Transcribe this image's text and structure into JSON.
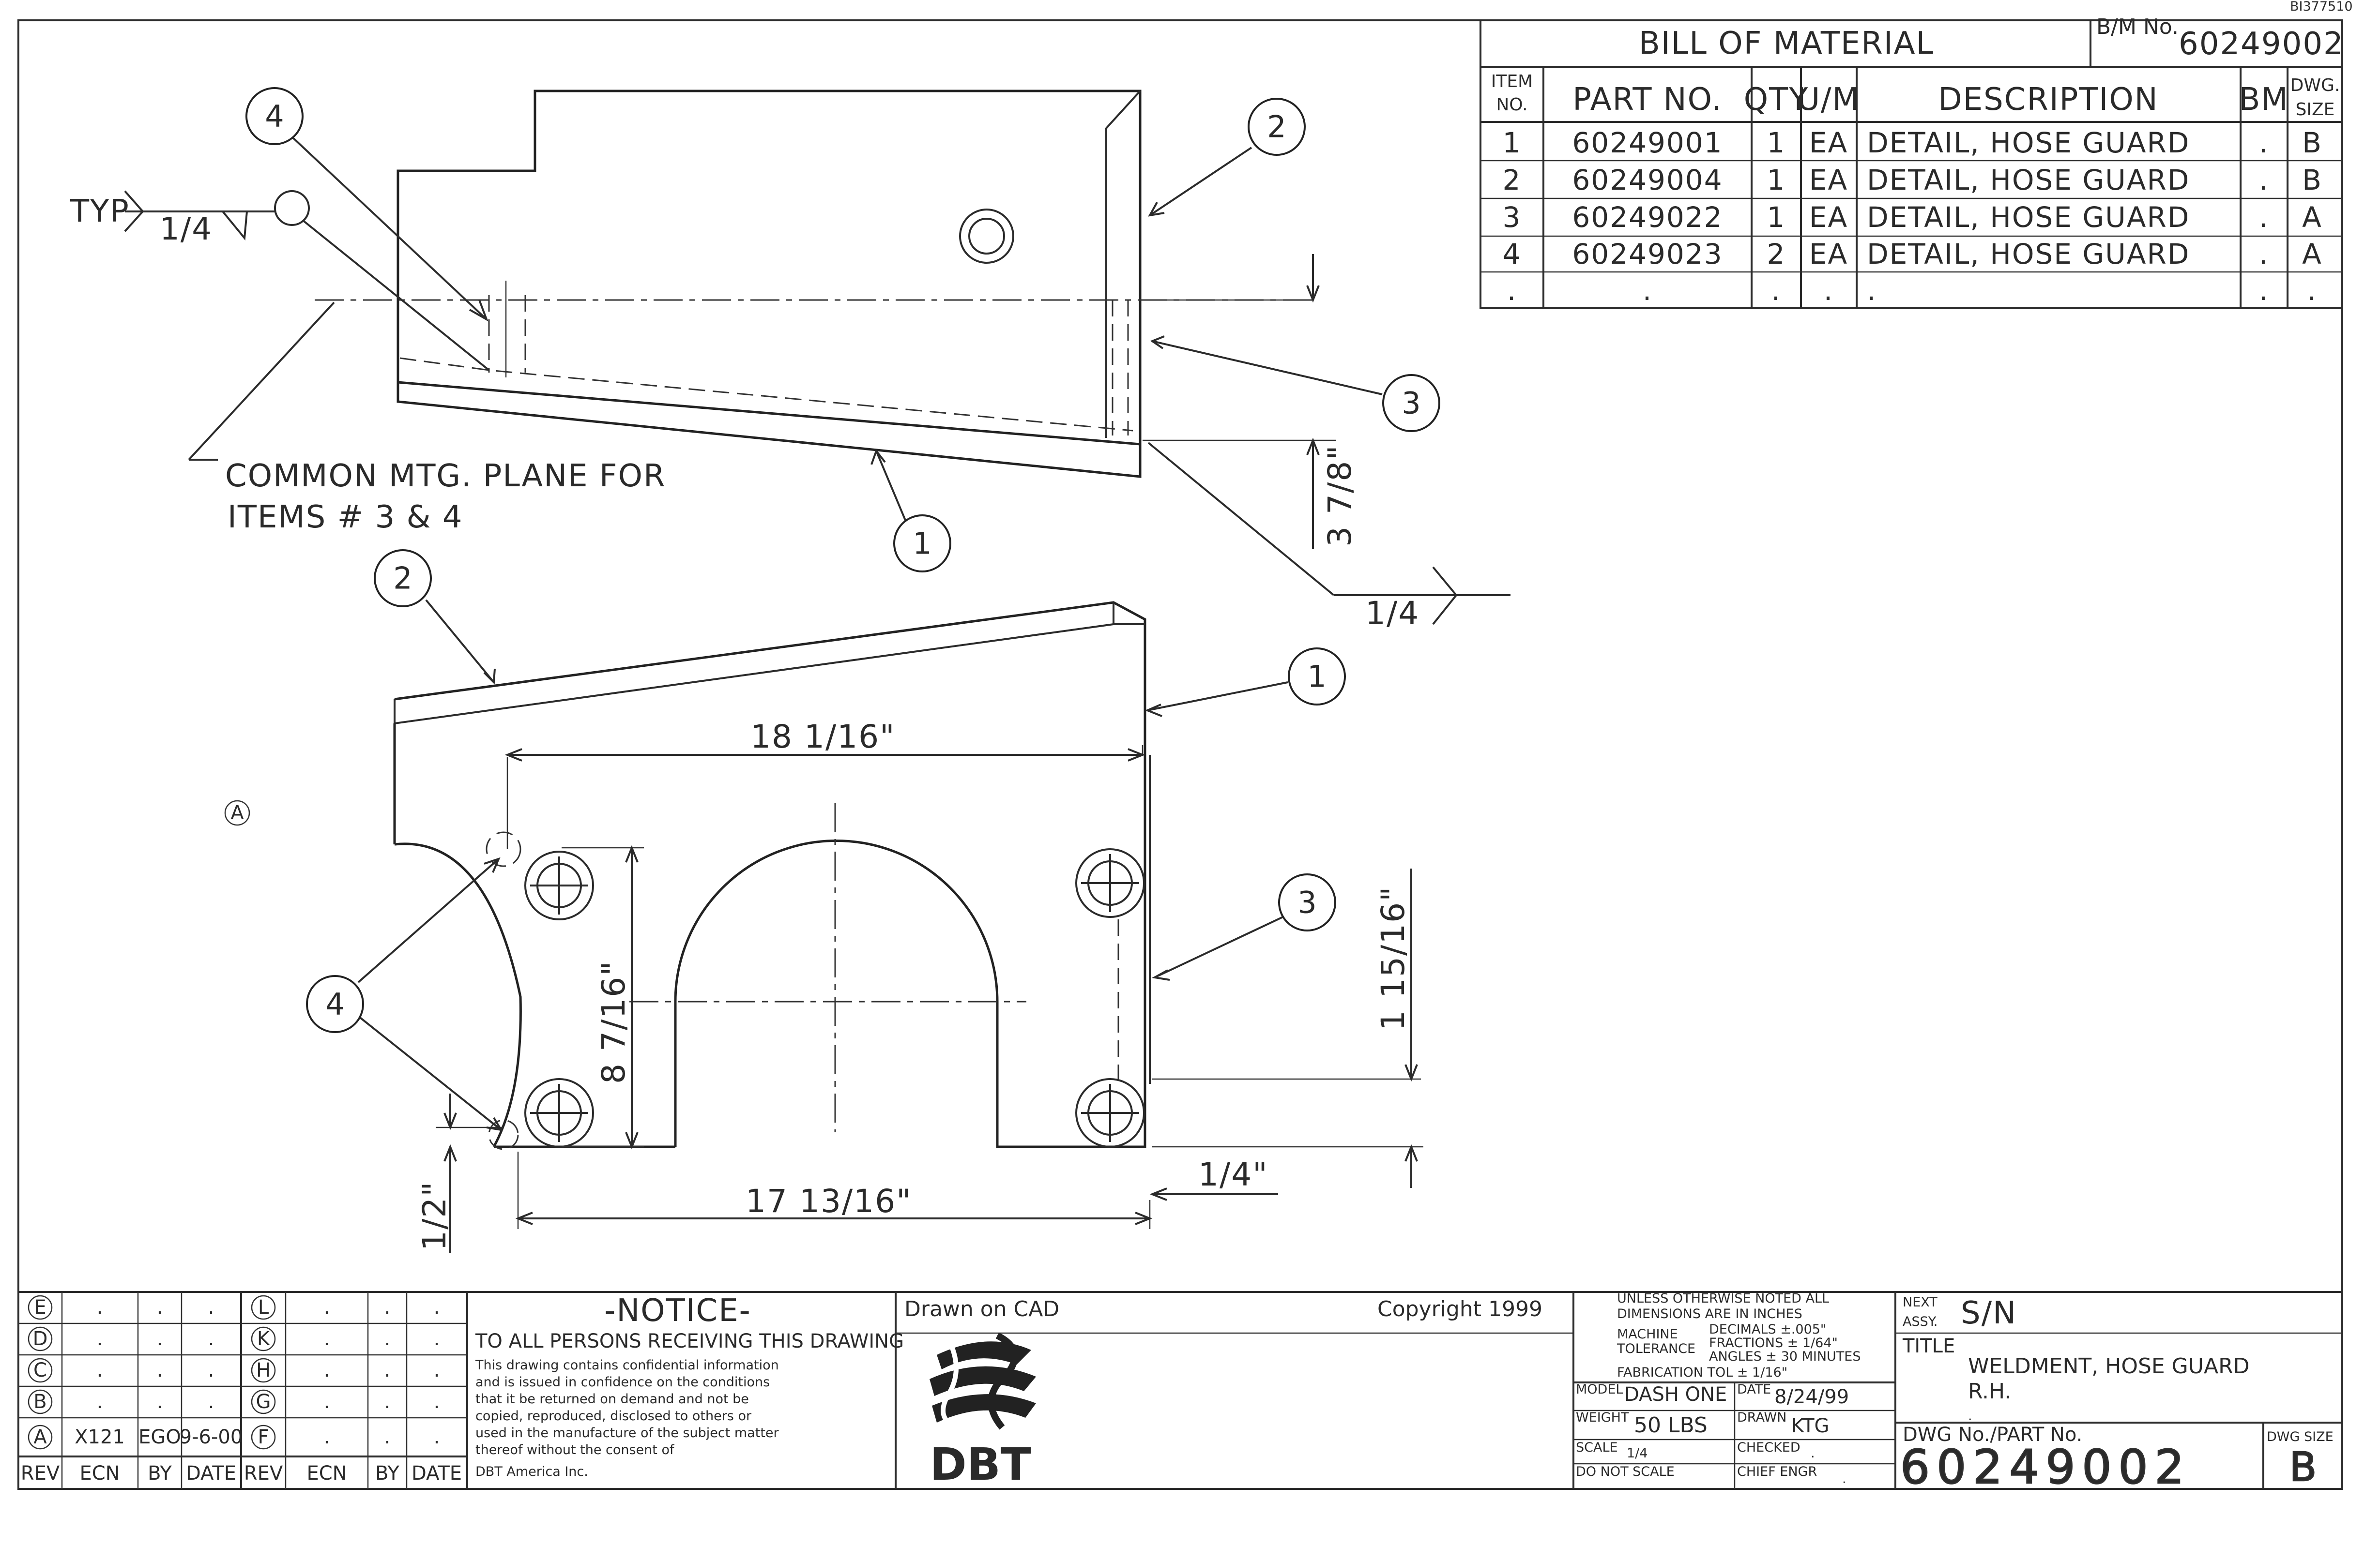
{
  "doc_id": "BI377510",
  "bom": {
    "title": "BILL OF MATERIAL",
    "bm_no_label": "B/M No.",
    "bm_no": "60249002",
    "headers": {
      "item": [
        "ITEM",
        "NO."
      ],
      "part_no": "PART NO.",
      "qty": "QTY",
      "um": "U/M",
      "description": "DESCRIPTION",
      "bm": "BM",
      "dwg_size": [
        "DWG.",
        "SIZE"
      ]
    },
    "rows": [
      {
        "item": "1",
        "part": "60249001",
        "qty": "1",
        "um": "EA",
        "desc": "DETAIL, HOSE GUARD",
        "bm": ".",
        "size": "B"
      },
      {
        "item": "2",
        "part": "60249004",
        "qty": "1",
        "um": "EA",
        "desc": "DETAIL, HOSE GUARD",
        "bm": ".",
        "size": "B"
      },
      {
        "item": "3",
        "part": "60249022",
        "qty": "1",
        "um": "EA",
        "desc": "DETAIL, HOSE GUARD",
        "bm": ".",
        "size": "A"
      },
      {
        "item": "4",
        "part": "60249023",
        "qty": "2",
        "um": "EA",
        "desc": "DETAIL, HOSE GUARD",
        "bm": ".",
        "size": "A"
      },
      {
        "item": ".",
        "part": ".",
        "qty": ".",
        "um": ".",
        "desc": ".",
        "bm": ".",
        "size": "."
      }
    ]
  },
  "drawing": {
    "note_common_1": "COMMON MTG. PLANE FOR",
    "note_common_2": "ITEMS # 3 & 4",
    "weld_typ": "TYP",
    "weld_size_top": "1/4",
    "weld_size_right": "1/4",
    "dim_3_7_8": "3 7/8\"",
    "dim_18_1_16": "18 1/16\"",
    "dim_8_7_16": "8 7/16\"",
    "dim_1_15_16": "1 15/16\"",
    "dim_1_4": "1/4\"",
    "dim_1_2": "1/2\"",
    "dim_17_13_16": "17 13/16\"",
    "rev_marker": "A",
    "balloons": {
      "one": "1",
      "two": "2",
      "three": "3",
      "four": "4"
    }
  },
  "revisions": {
    "left": [
      {
        "rev": "E",
        "ecn": ".",
        "by": ".",
        "date": "."
      },
      {
        "rev": "D",
        "ecn": ".",
        "by": ".",
        "date": "."
      },
      {
        "rev": "C",
        "ecn": ".",
        "by": ".",
        "date": "."
      },
      {
        "rev": "B",
        "ecn": ".",
        "by": ".",
        "date": "."
      },
      {
        "rev": "A",
        "ecn": "X121",
        "by": "EGO",
        "date": "9-6-00"
      }
    ],
    "right": [
      {
        "rev": "L",
        "ecn": ".",
        "by": ".",
        "date": "."
      },
      {
        "rev": "K",
        "ecn": ".",
        "by": ".",
        "date": "."
      },
      {
        "rev": "H",
        "ecn": ".",
        "by": ".",
        "date": "."
      },
      {
        "rev": "G",
        "ecn": ".",
        "by": ".",
        "date": "."
      },
      {
        "rev": "F",
        "ecn": ".",
        "by": ".",
        "date": "."
      }
    ],
    "headers": {
      "rev": "REV",
      "ecn": "ECN",
      "by": "BY",
      "date": "DATE"
    }
  },
  "notice": {
    "title": "-NOTICE-",
    "lead": "TO ALL PERSONS RECEIVING THIS DRAWING",
    "lines": [
      "This drawing contains confidential information",
      "and is issued in confidence on the conditions",
      "that it be returned on demand and not be",
      "copied, reproduced, disclosed to others or",
      "used in the manufacture of the subject matter",
      "thereof without the consent of",
      "DBT America Inc."
    ]
  },
  "company": {
    "drawn_on": "Drawn on CAD",
    "copyright": "Copyright 1999",
    "logo_text": "DBT"
  },
  "tolerances": {
    "lines": [
      "UNLESS OTHERWISE NOTED ALL",
      "DIMENSIONS ARE IN INCHES",
      "DECIMALS ±.005\"",
      "FRACTIONS ± 1/64\"",
      "ANGLES ± 30 MINUTES",
      "FABRICATION TOL ± 1/16\""
    ],
    "machine": "MACHINE",
    "tolerance": "TOLERANCE"
  },
  "title_block": {
    "model_label": "MODEL",
    "model": "DASH ONE",
    "date_label": "DATE",
    "date": "8/24/99",
    "weight_label": "WEIGHT",
    "weight": "50 LBS",
    "drawn_label": "DRAWN",
    "drawn": "KTG",
    "scale_label": "SCALE",
    "scale": "1/4",
    "checked_label": "CHECKED",
    "checked": ".",
    "do_not_scale": "DO NOT SCALE",
    "chief_label": "CHIEF ENGR",
    "chief": ".",
    "next_assy_label_1": "NEXT",
    "next_assy_label_2": "ASSY.",
    "next_assy": "S/N",
    "title_label": "TITLE",
    "title_1": "WELDMENT, HOSE GUARD",
    "title_2": "R.H.",
    "title_3": ".",
    "dwg_no_label": "DWG No./PART No.",
    "dwg_no": "60249002",
    "dwg_size_label": "DWG SIZE",
    "dwg_size": "B"
  }
}
